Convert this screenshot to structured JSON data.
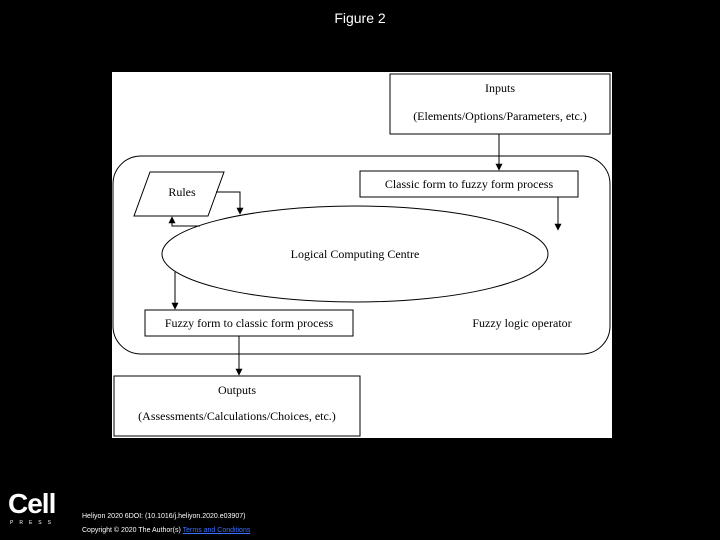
{
  "slide": {
    "title": "Figure 2"
  },
  "diagram": {
    "inputs_title": "Inputs",
    "inputs_detail": "(Elements/Options/Parameters, etc.)",
    "rules": "Rules",
    "classic_to_fuzzy": "Classic form to fuzzy form process",
    "center": "Logical Computing Centre",
    "fuzzy_to_classic": "Fuzzy form to classic form process",
    "operator_label": "Fuzzy logic operator",
    "outputs_title": "Outputs",
    "outputs_detail": "(Assessments/Calculations/Choices, etc.)"
  },
  "footer": {
    "logo_word": "Cell",
    "logo_sub": "PRESS",
    "citation_line1": "Heliyon 2020 6DOI: (10.1016/j.heliyon.2020.e03907)",
    "citation_prefix": "Copyright © 2020 The Author(s)",
    "terms_link": "Terms and Conditions"
  },
  "colors": {
    "background": "#000000",
    "figure_bg": "#ffffff",
    "link": "#3b6fff"
  }
}
